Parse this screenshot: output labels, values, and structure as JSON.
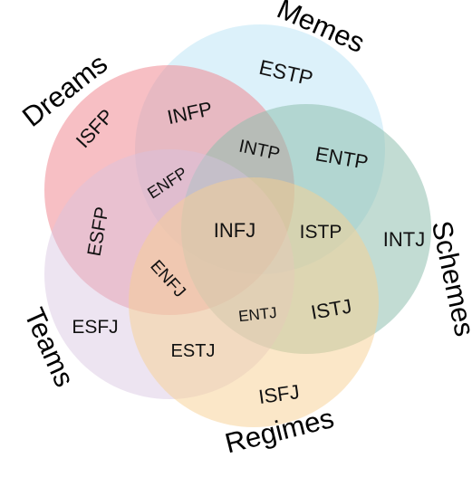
{
  "sets": [
    {
      "key": "memes",
      "label": "Memes",
      "color": "#bfe6f5"
    },
    {
      "key": "dreams",
      "label": "Dreams",
      "color": "#f08a93"
    },
    {
      "key": "schemes",
      "label": "Schemes",
      "color": "#8fbfae"
    },
    {
      "key": "teams",
      "label": "Teams",
      "color": "#d8c4e0"
    },
    {
      "key": "regimes",
      "label": "Regimes",
      "color": "#f8cf92"
    }
  ],
  "regions": [
    {
      "key": "estp",
      "label": "ESTP"
    },
    {
      "key": "isfp",
      "label": "ISFP"
    },
    {
      "key": "infp",
      "label": "INFP"
    },
    {
      "key": "intp",
      "label": "INTP"
    },
    {
      "key": "entp",
      "label": "ENTP"
    },
    {
      "key": "enfp",
      "label": "ENFP"
    },
    {
      "key": "esfp",
      "label": "ESFP"
    },
    {
      "key": "infj",
      "label": "INFJ"
    },
    {
      "key": "istp",
      "label": "ISTP"
    },
    {
      "key": "intj",
      "label": "INTJ"
    },
    {
      "key": "enfj",
      "label": "ENFJ"
    },
    {
      "key": "entj",
      "label": "ENTJ"
    },
    {
      "key": "istj",
      "label": "ISTJ"
    },
    {
      "key": "esfj",
      "label": "ESFJ"
    },
    {
      "key": "estj",
      "label": "ESTJ"
    },
    {
      "key": "isfj",
      "label": "ISFJ"
    }
  ]
}
